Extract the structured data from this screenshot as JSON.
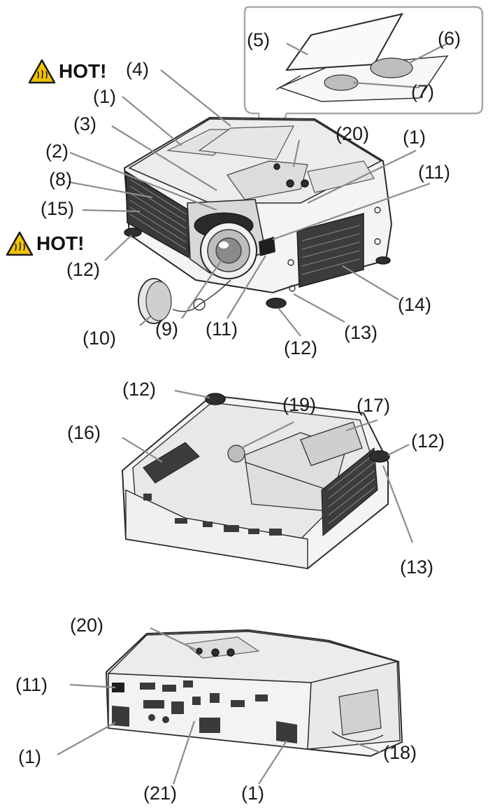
{
  "warnings": {
    "hot_top": "HOT!",
    "hot_side": "HOT!"
  },
  "labels": {
    "top_view": {
      "l4": "(4)",
      "l1a": "(1)",
      "l3": "(3)",
      "l2": "(2)",
      "l8": "(8)",
      "l15": "(15)",
      "l12a": "(12)",
      "l10": "(10)",
      "l9": "(9)",
      "l11a": "(11)",
      "l12b": "(12)",
      "l13": "(13)",
      "l14": "(14)",
      "l11b": "(11)",
      "l1b": "(1)",
      "l20": "(20)"
    },
    "inset": {
      "l5": "(5)",
      "l6": "(6)",
      "l7": "(7)"
    },
    "bottom_view": {
      "l12a": "(12)",
      "l19": "(19)",
      "l17": "(17)",
      "l16": "(16)",
      "l12b": "(12)",
      "l13": "(13)"
    },
    "rear_view": {
      "l20": "(20)",
      "l11": "(11)",
      "l1a": "(1)",
      "l18": "(18)",
      "l21": "(21)",
      "l1b": "(1)"
    }
  },
  "colors": {
    "leader_line": "#8c8c8c",
    "warning_yellow": "#f2c200",
    "outline": "#2a2a2a"
  }
}
